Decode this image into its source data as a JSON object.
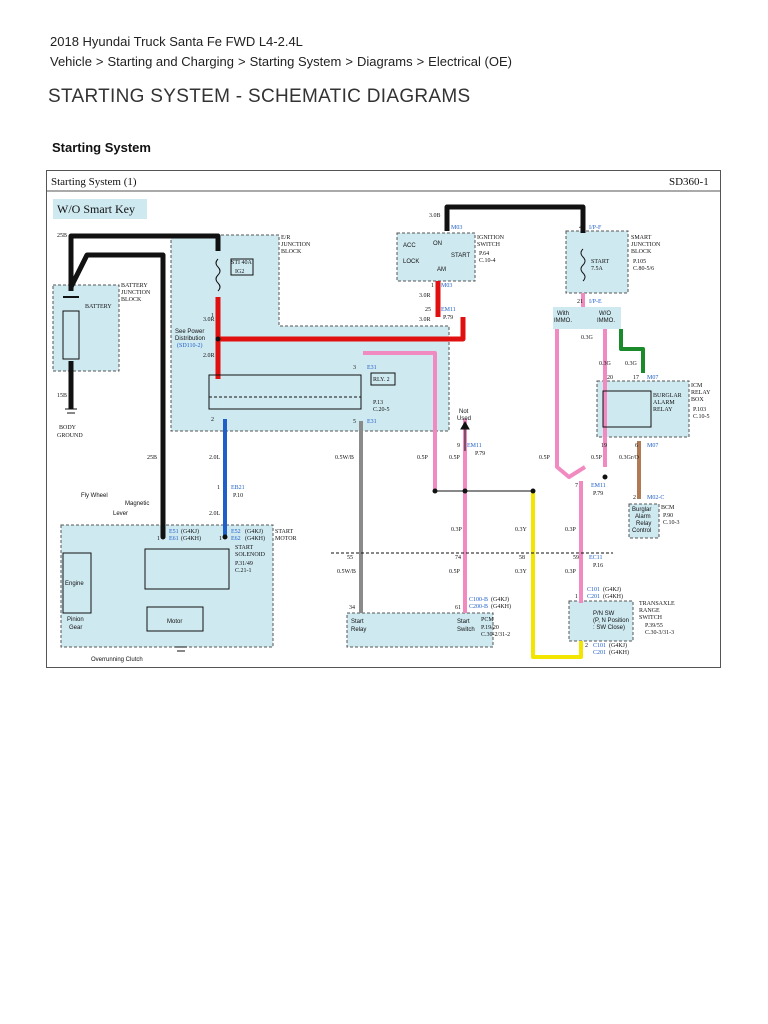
{
  "header": {
    "vehicle": "2018 Hyundai Truck Santa Fe FWD L4-2.4L",
    "breadcrumb": [
      "Vehicle",
      "Starting and Charging",
      "Starting System",
      "Diagrams",
      "Electrical (OE)"
    ],
    "breadcrumb_sep": ">",
    "page_title": "STARTING SYSTEM - SCHEMATIC DIAGRAMS",
    "section_title": "Starting System"
  },
  "diagram": {
    "title": "Starting System (1)",
    "code": "SD360-1",
    "option_label": "W/O Smart Key",
    "labels": {
      "battery_block": [
        "BATTERY",
        "JUNCTION",
        "BLOCK"
      ],
      "battery": "BATTERY",
      "body_ground": [
        "BODY",
        "GROUND"
      ],
      "er_block": [
        "E/R",
        "JUNCTION",
        "BLOCK"
      ],
      "fuse_ig2": [
        "IG2"
      ],
      "fuse_ig2_rating": "STI 40A",
      "see_power": [
        "See Power",
        "Distribution"
      ],
      "see_power_ref": "(SD110-2)",
      "relay_box_ref": [
        "RLY. 2",
        "P.13",
        "C.20-5"
      ],
      "ignition_switch": [
        "IGNITION",
        "SWITCH"
      ],
      "ign_acc": "ACC",
      "ign_on": "ON",
      "ign_lock": "LOCK",
      "ign_start": "START",
      "ign_am": "AM",
      "ign_ref": [
        "P.64",
        "C.10-4"
      ],
      "smart_jb": [
        "SMART",
        "JUNCTION",
        "BLOCK"
      ],
      "smart_start": [
        "START",
        "7.5A"
      ],
      "smart_ref": [
        "P.105",
        "C.80-5/6"
      ],
      "with_immo": [
        "With",
        "IMMO."
      ],
      "wo_immo": [
        "W/O",
        "IMMO."
      ],
      "icm": [
        "ICM",
        "RELAY",
        "BOX"
      ],
      "burglar": [
        "BURGLAR",
        "ALARM",
        "RELAY"
      ],
      "icm_ref": [
        "P.103",
        "C.10-5"
      ],
      "not_used": [
        "Not",
        "Used"
      ],
      "bcm": "BCM",
      "bcm_box": [
        "Burglar",
        "Alarm",
        "Relay",
        "Control"
      ],
      "bcm_ref": [
        "P.90",
        "C.10-3"
      ],
      "start_motor": [
        "START",
        "MOTOR"
      ],
      "start_solenoid": [
        "START",
        "SOLENOID"
      ],
      "solenoid_ref": [
        "P.31/49",
        "C.21-1"
      ],
      "fly_wheel": "Fly Wheel",
      "magnetic": "Magnetic",
      "lever": "Lever",
      "engine": "Engine",
      "pinion": [
        "Pinion",
        "Gear"
      ],
      "motor": "Motor",
      "overrunning": "Overrunning Clutch",
      "pcm": "PCM",
      "pcm_ref": [
        "P.19/20",
        "C.30-2/31-2"
      ],
      "start_relay": [
        "Start",
        "Relay"
      ],
      "start_switch": [
        "Start",
        "Switch"
      ],
      "transaxle": [
        "TRANSAXLE",
        "RANGE",
        "SWITCH"
      ],
      "pn_sw": [
        "P/N SW",
        "(P, N Position",
        ": SW Close)"
      ],
      "pn_ref": [
        "P.39/55",
        "C.30-3/31-3"
      ]
    },
    "connectors": {
      "m03_top": "M03",
      "m03_bot": "M03",
      "em11_a": "EM11",
      "em11_a_ref": "P.79",
      "em11_b": "EM11",
      "em11_b_ref": "P.79",
      "em11_c": "EM11",
      "em11_c_ref": "P.79",
      "e31_top": "E31",
      "e31_bot": "E31",
      "eb21": "EB21",
      "eb21_ref": "P.10",
      "e51": "E51",
      "e51_variant": "(G4KJ)",
      "e61": "E61",
      "e61_variant": "(G4KH)",
      "e52": "E52",
      "e52_variant": "(G4KJ)",
      "e62": "E62",
      "e62_variant": "(G4KH)",
      "ip_f_top": "I/P-F",
      "ip_e": "I/P-E",
      "m07_a": "M07",
      "m07_b": "M07",
      "m02_c": "M02-C",
      "ec11": "EC11",
      "ec11_ref": "P.16",
      "c100b": "C100-B",
      "c100b_variant": "(G4KJ)",
      "c200b": "C200-B",
      "c200b_variant": "(G4KH)",
      "c101_a": "C101",
      "c101_a_variant": "(G4KJ)",
      "c201_a": "C201",
      "c201_a_variant": "(G4KH)",
      "c101_b": "C101",
      "c101_b_variant": "(G4KJ)",
      "c201_b": "C201",
      "c201_b_variant": "(G4KH)"
    },
    "wires": {
      "w25b_a": "25B",
      "w15b": "15B",
      "w25b_b": "25B",
      "w30r_a": "3.0R",
      "w20r": "2.0R",
      "w30b": "3.0B",
      "w30r_b": "3.0R",
      "w30r_c": "3.0R",
      "w20l_a": "2.0L",
      "w20l_b": "2.0L",
      "w05swb_a": "0.5W/B",
      "w05swb_b": "0.5W/B",
      "w05p_a": "0.5P",
      "w05p_b": "0.5P",
      "w05p_c": "0.5P",
      "w05p_d": "0.5P",
      "w05p_e": "0.5P",
      "w03g_a": "0.3G",
      "w03g_b": "0.3G",
      "w03g_c": "0.3G",
      "w03gro": "0.3Gr/O",
      "w03p_a": "0.3P",
      "w03p_b": "0.3P",
      "w03p_c": "0.3P",
      "w03y_a": "0.3Y",
      "w03y_b": "0.3Y"
    },
    "pins": {
      "p1_a": "1",
      "p2_a": "2",
      "p1_b": "1",
      "p3": "3",
      "p5": "5",
      "p1_m03": "1",
      "p25": "25",
      "p9": "9",
      "p4": "4",
      "p21": "21",
      "p20": "20",
      "p17": "17",
      "p19": "19",
      "p6": "6",
      "p7": "7",
      "p2_b": "2",
      "p1_c": "1",
      "p55": "55",
      "p74": "74",
      "p58": "58",
      "p59": "59",
      "p34": "34",
      "p61": "61",
      "p1_d": "1",
      "p2_c": "2",
      "p1_e": "1"
    },
    "colors": {
      "black": "#111111",
      "red": "#e01010",
      "pink": "#f08ac0",
      "blue": "#1f5fc8",
      "gray": "#8a8a8a",
      "green": "#1b8a2a",
      "brown": "#b07a55",
      "yellow": "#f2e600",
      "box": "#cfe9f1"
    }
  }
}
